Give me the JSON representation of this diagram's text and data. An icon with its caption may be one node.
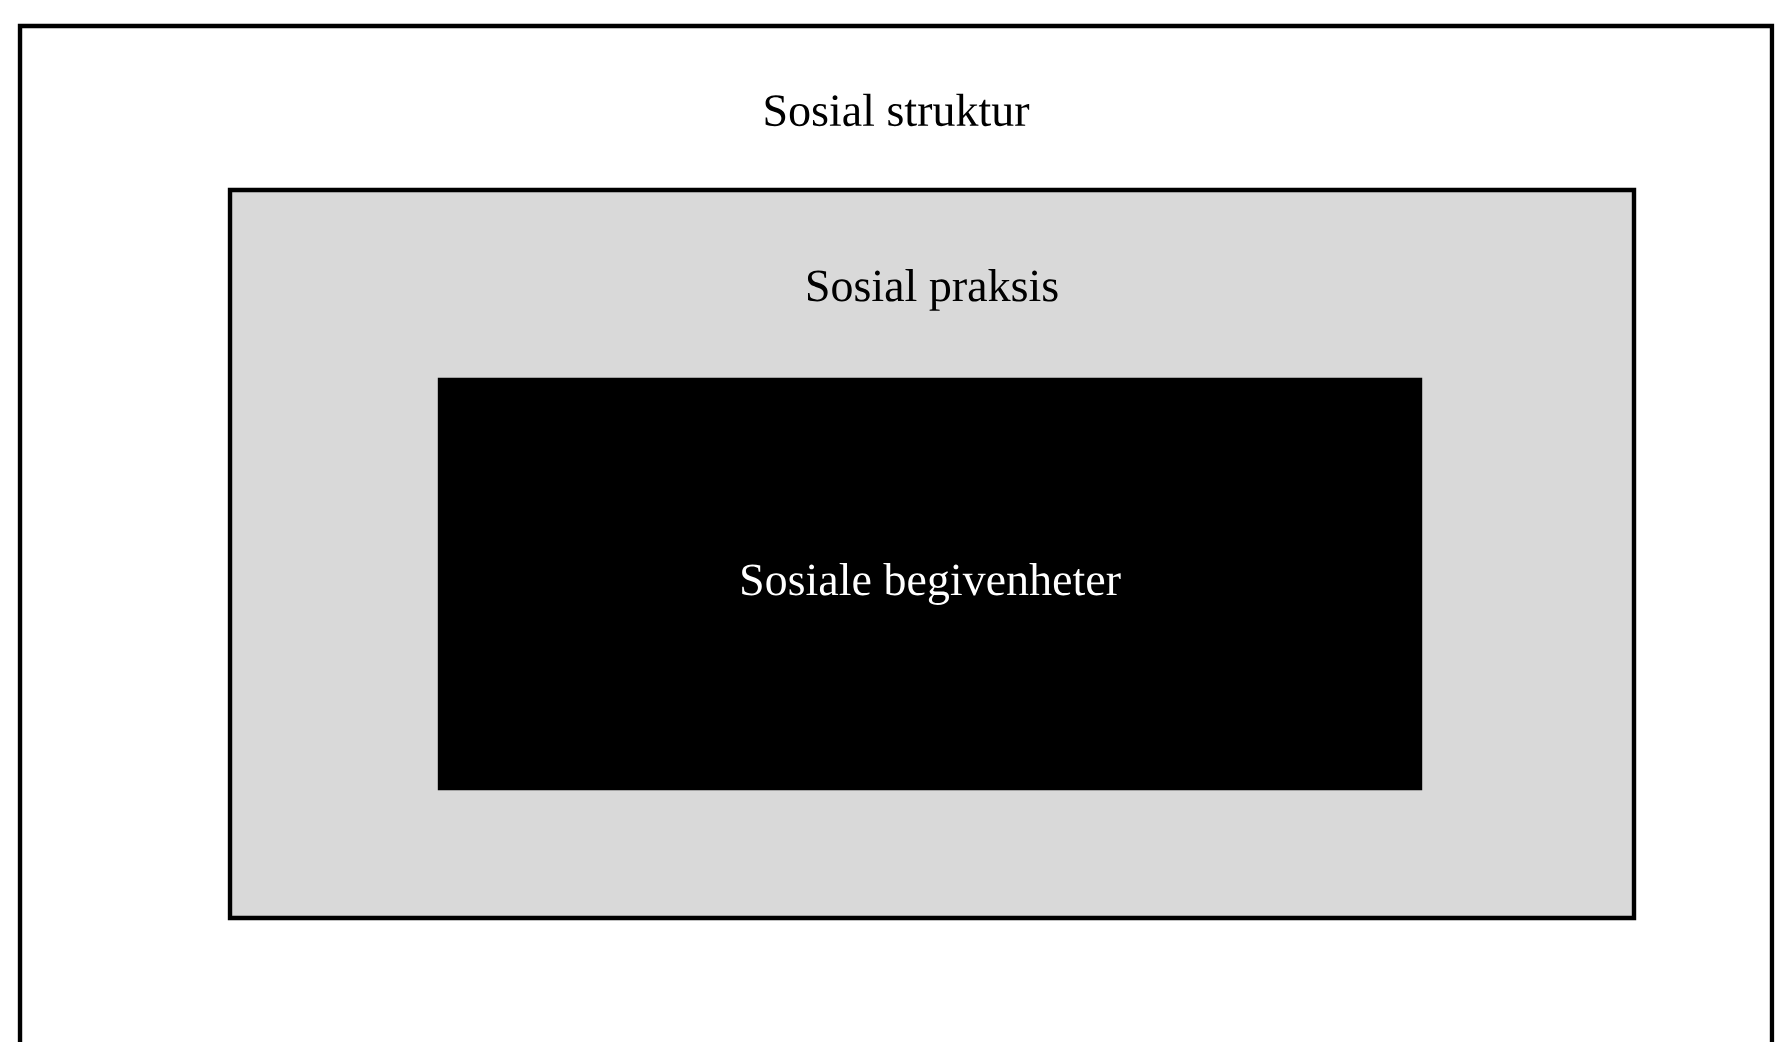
{
  "diagram": {
    "nodes": [
      {
        "text": [
          "Sosial struktur"
        ]
      },
      {
        "text": [
          "Sosial praksis"
        ],
        "in": 0
      },
      {
        "text": [
          "Sosiale begivenheter"
        ],
        "in": 1
      }
    ]
  }
}
